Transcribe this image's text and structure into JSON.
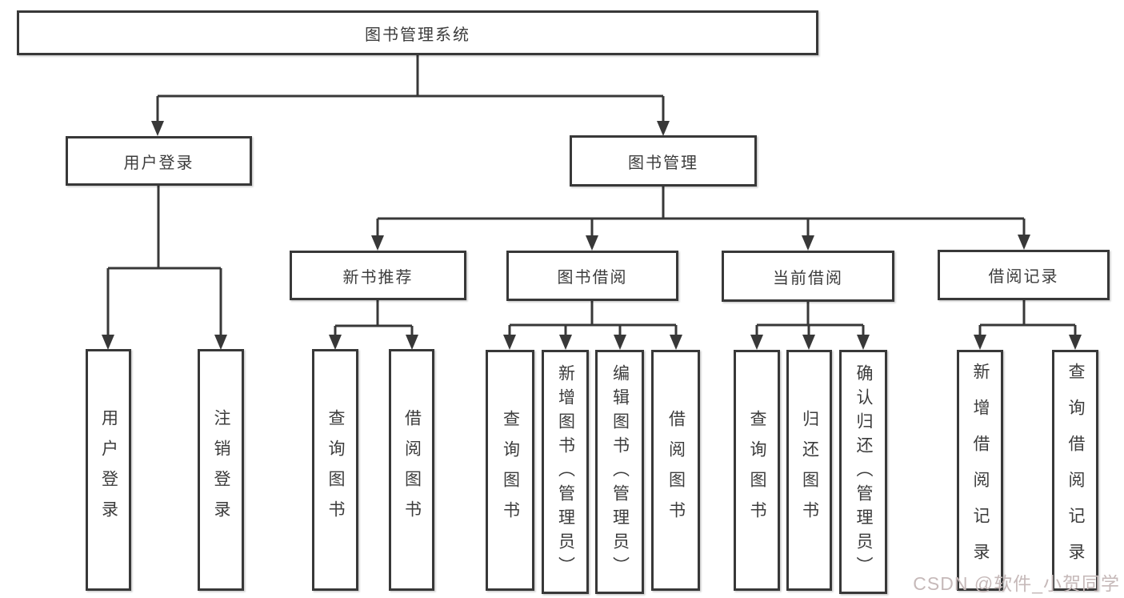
{
  "diagram": {
    "type": "hierarchy-tree",
    "title": "图书管理系统"
  },
  "tree": {
    "label": "图书管理系统",
    "children": [
      {
        "label": "用户登录",
        "children": [
          {
            "label": "用户登录"
          },
          {
            "label": "注销登录"
          }
        ]
      },
      {
        "label": "图书管理",
        "children": [
          {
            "label": "新书推荐",
            "children": [
              {
                "label": "查询图书"
              },
              {
                "label": "借阅图书"
              }
            ]
          },
          {
            "label": "图书借阅",
            "children": [
              {
                "label": "查询图书"
              },
              {
                "label": "新增图书（管理员）"
              },
              {
                "label": "编辑图书（管理员）"
              },
              {
                "label": "借阅图书"
              }
            ]
          },
          {
            "label": "当前借阅",
            "children": [
              {
                "label": "查询图书"
              },
              {
                "label": "归还图书"
              },
              {
                "label": "确认归还（管理员）"
              }
            ]
          },
          {
            "label": "借阅记录",
            "children": [
              {
                "label": "新增借阅记录"
              },
              {
                "label": "查询借阅记录"
              }
            ]
          }
        ]
      }
    ]
  },
  "watermark": {
    "text": "CSDN @软件_小贺同学",
    "color": "#c6b9b9"
  },
  "colors": {
    "line": "#383838",
    "border": "#383838",
    "text": "#3c3c3c",
    "box_background": "#ffffff",
    "page_background": "#ffffff"
  }
}
